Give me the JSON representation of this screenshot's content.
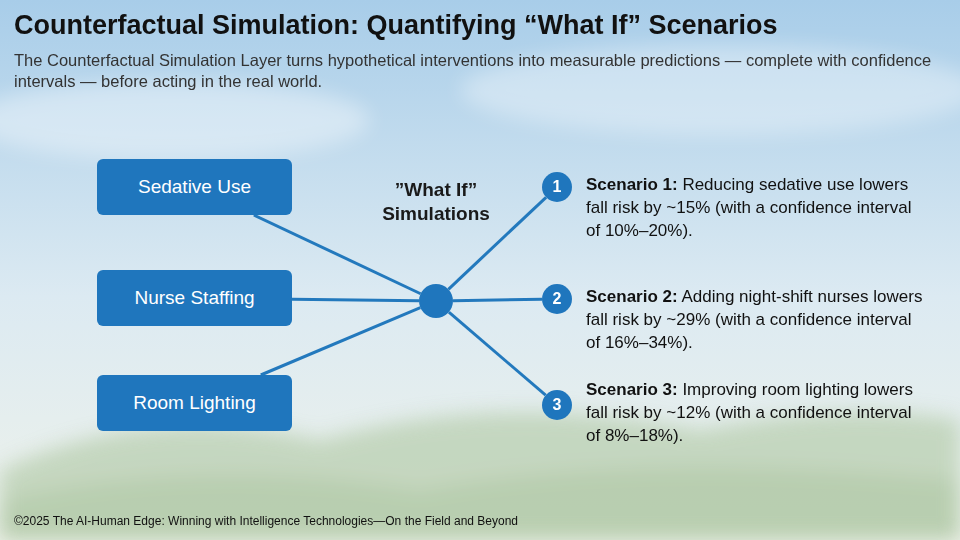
{
  "diagram": {
    "title": "Counterfactual Simulation: Quantifying “What If” Scenarios",
    "nodes": [
      {
        "text": [
          "Sedative Use"
        ]
      },
      {
        "text": [
          "Nurse Staffing"
        ]
      },
      {
        "text": [
          "Room Lighting"
        ]
      },
      {
        "text": [
          "”What If” Simulations"
        ]
      },
      {
        "text": [
          "1"
        ]
      },
      {
        "text": [
          "2"
        ]
      },
      {
        "text": [
          "3"
        ]
      }
    ],
    "edges": [
      {
        "from": 0,
        "to": 3,
        "arrow": "none"
      },
      {
        "from": 1,
        "to": 3,
        "arrow": "none"
      },
      {
        "from": 2,
        "to": 3,
        "arrow": "none"
      },
      {
        "from": 3,
        "to": 4,
        "arrow": "none"
      },
      {
        "from": 3,
        "to": 5,
        "arrow": "none"
      },
      {
        "from": 3,
        "to": 6,
        "arrow": "none"
      }
    ],
    "labels": [
      "The Counterfactual Simulation Layer turns hypothetical interventions into measurable predictions — complete with confidence intervals — before acting in the real world.",
      "Scenario 1:",
      "Reducing sedative use lowers fall risk by ~15% (with a confidence interval of 10%–20%).",
      "Scenario 2:",
      "Adding night-shift nurses lowers fall risk by ~29% (with a confidence interval of 16%–34%).",
      "Scenario 3:",
      "Improving room lighting lowers fall risk by ~12% (with a confidence interval of 8%–18%).",
      "©2025 The AI-Human Edge: Winning with Intelligence Technologies—On the Field and Beyond"
    ]
  }
}
